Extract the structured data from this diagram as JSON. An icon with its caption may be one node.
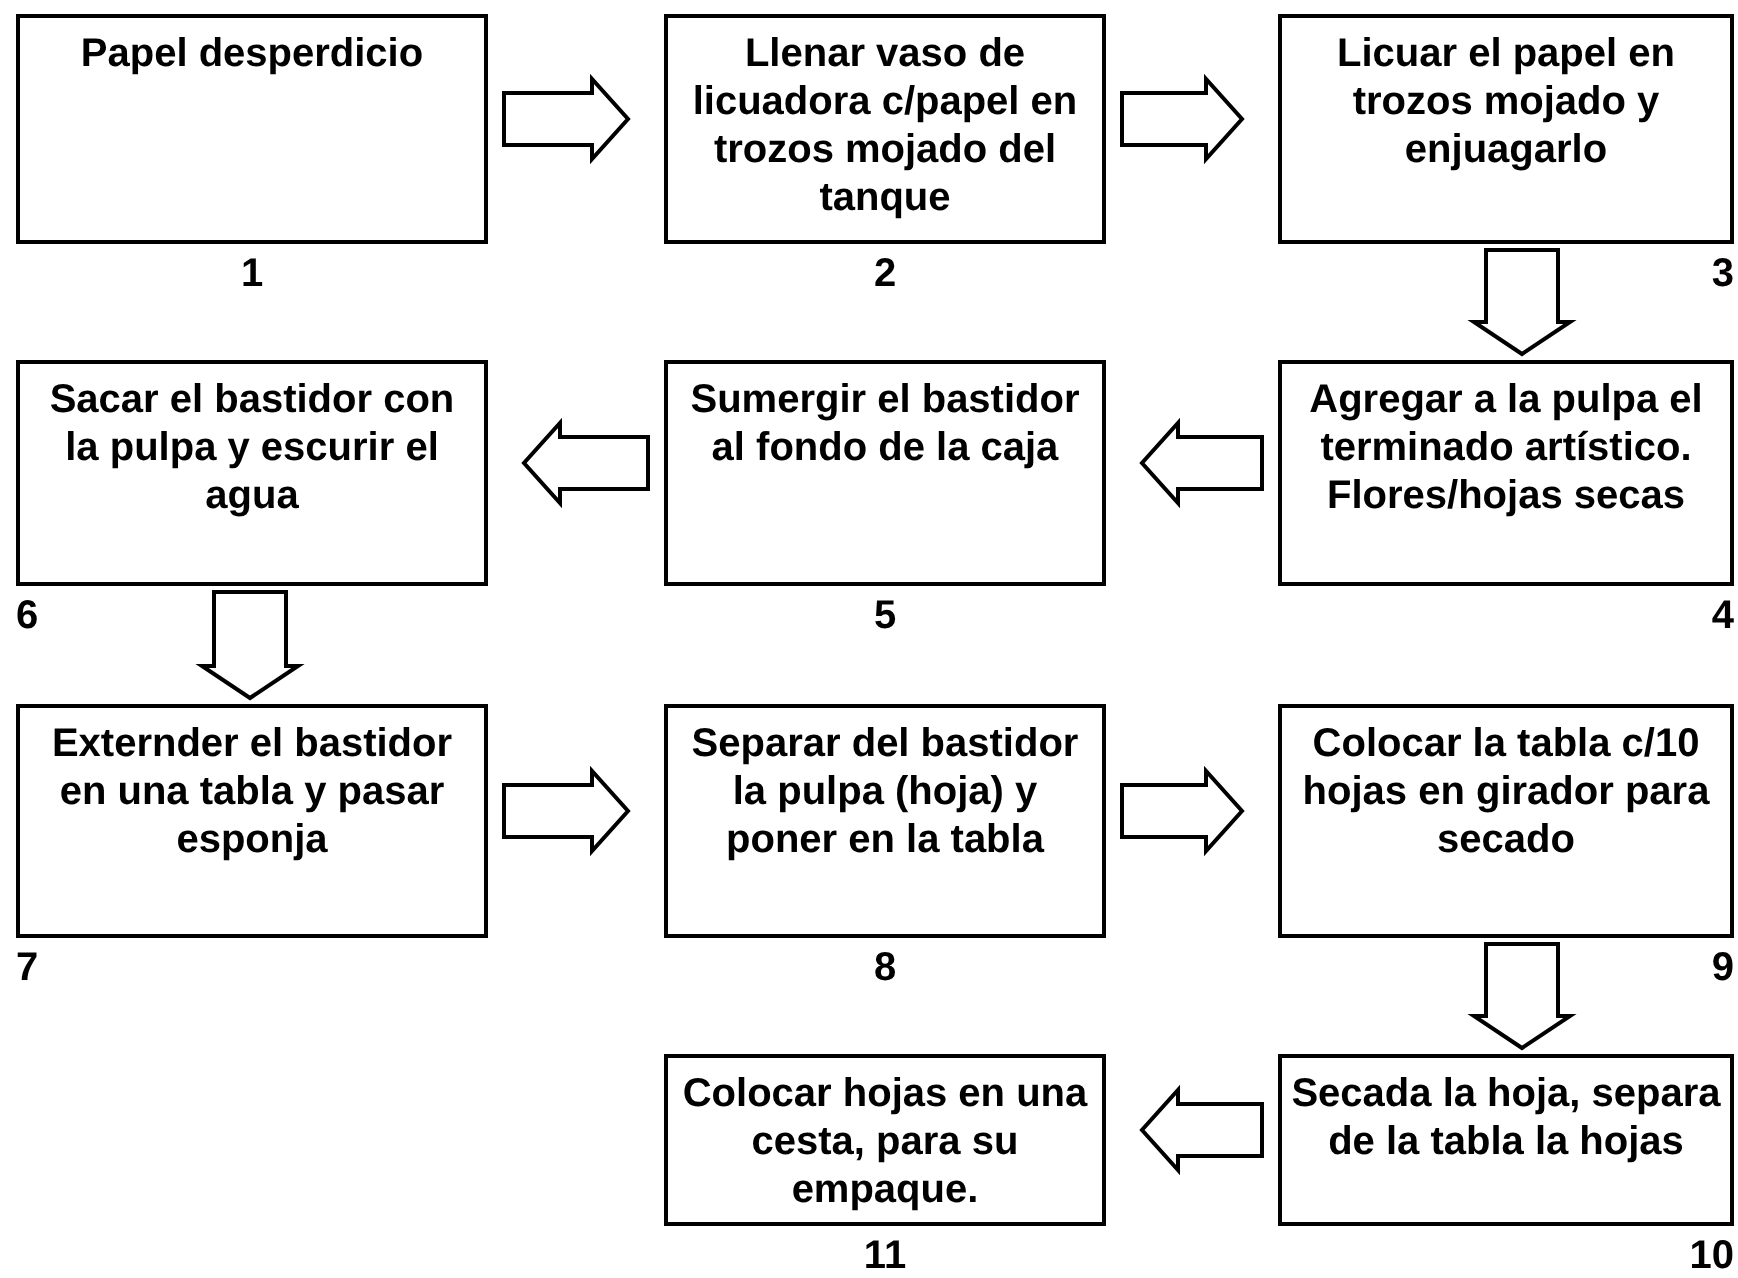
{
  "diagram": {
    "nodes": [
      {
        "text": [
          "Papel desperdicio"
        ],
        "beside": [
          "1"
        ]
      },
      {
        "text": [
          "Llenar vaso de licuadora c/papel en trozos mojado del tanque"
        ],
        "beside": [
          "2"
        ]
      },
      {
        "text": [
          "Licuar el papel en trozos mojado y enjuagarlo"
        ],
        "beside": [
          "3"
        ]
      },
      {
        "text": [
          "Agregar a la pulpa el terminado artístico. Flores/hojas secas"
        ],
        "beside": [
          "4"
        ]
      },
      {
        "text": [
          "Sumergir el bastidor al fondo de la caja"
        ],
        "beside": [
          "5"
        ]
      },
      {
        "text": [
          "Sacar el bastidor con la pulpa y escurir el agua"
        ],
        "beside": [
          "6"
        ]
      },
      {
        "text": [
          "Externder el bastidor en una tabla y pasar esponja"
        ],
        "beside": [
          "7"
        ]
      },
      {
        "text": [
          "Separar del bastidor la pulpa (hoja) y poner en la tabla"
        ],
        "beside": [
          "8"
        ]
      },
      {
        "text": [
          "Colocar la tabla c/10 hojas en girador para secado"
        ],
        "beside": [
          "9"
        ]
      },
      {
        "text": [
          "Secada la hoja, separa de la tabla la hojas"
        ],
        "beside": [
          "10"
        ]
      },
      {
        "text": [
          "Colocar hojas en una cesta, para su empaque."
        ],
        "beside": [
          "11"
        ]
      }
    ],
    "edges": [
      {
        "from": 0,
        "to": 1,
        "arrow": "to"
      },
      {
        "from": 1,
        "to": 2,
        "arrow": "to"
      },
      {
        "from": 2,
        "to": 3,
        "arrow": "to"
      },
      {
        "from": 3,
        "to": 4,
        "arrow": "to"
      },
      {
        "from": 4,
        "to": 5,
        "arrow": "to"
      },
      {
        "from": 5,
        "to": 6,
        "arrow": "to"
      },
      {
        "from": 6,
        "to": 7,
        "arrow": "to"
      },
      {
        "from": 7,
        "to": 8,
        "arrow": "to"
      },
      {
        "from": 8,
        "to": 9,
        "arrow": "to"
      },
      {
        "from": 9,
        "to": 10,
        "arrow": "to"
      }
    ]
  }
}
